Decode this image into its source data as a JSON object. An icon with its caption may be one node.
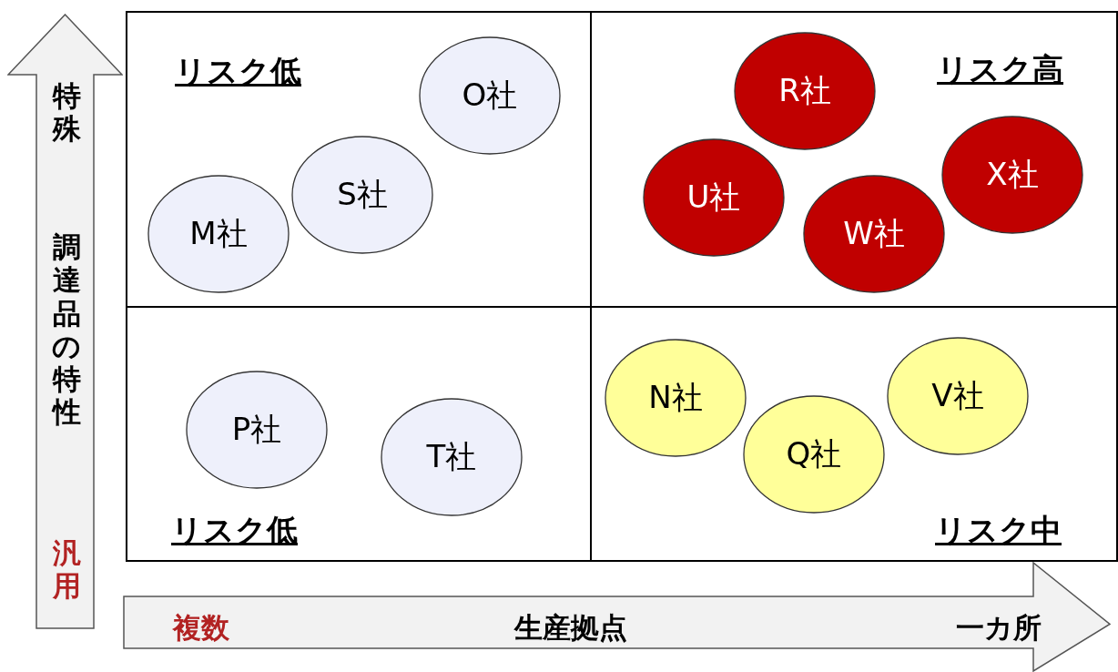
{
  "diagram": {
    "nodes": [
      {
        "text": [
          "特殊",
          "調達品の特性",
          "汎用"
        ]
      },
      {
        "text": [
          "リスク低"
        ]
      },
      {
        "text": [
          "O社"
        ],
        "in": 1
      },
      {
        "text": [
          "S社"
        ],
        "in": 1
      },
      {
        "text": [
          "M社"
        ],
        "in": 1
      },
      {
        "text": [
          "リスク高"
        ]
      },
      {
        "text": [
          "R社"
        ],
        "in": 5
      },
      {
        "text": [
          "X社"
        ],
        "in": 5
      },
      {
        "text": [
          "U社"
        ],
        "in": 5
      },
      {
        "text": [
          "W社"
        ],
        "in": 5
      },
      {
        "text": [
          "リスク低"
        ]
      },
      {
        "text": [
          "P社"
        ],
        "in": 10
      },
      {
        "text": [
          "T社"
        ],
        "in": 10
      },
      {
        "text": [
          "リスク中"
        ]
      },
      {
        "text": [
          "N社"
        ],
        "in": 13
      },
      {
        "text": [
          "V社"
        ],
        "in": 13
      },
      {
        "text": [
          "Q社"
        ],
        "in": 13
      },
      {
        "text": [
          "複数",
          "生産拠点",
          "一カ所"
        ]
      }
    ]
  }
}
